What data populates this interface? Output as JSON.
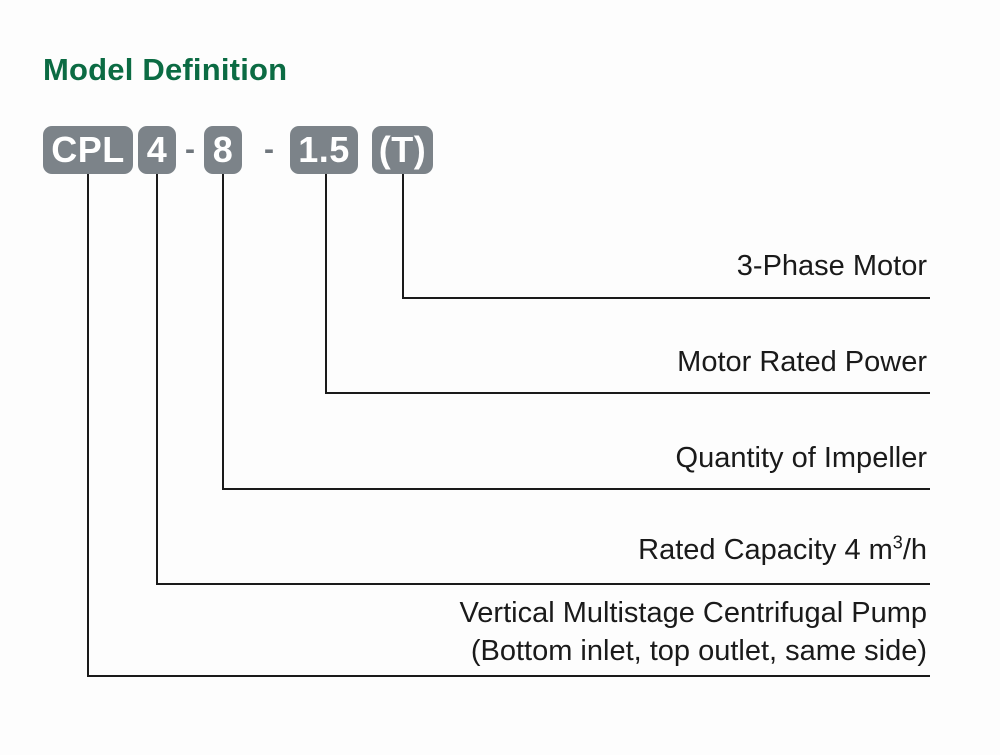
{
  "title": "Model Definition",
  "colors": {
    "title_green": "#0b6b43",
    "badge_gray": "#7c8389",
    "line_black": "#1a1a1a",
    "background": "#fdfdfd",
    "badge_text": "#ffffff"
  },
  "model_code": {
    "segments": [
      {
        "id": "series",
        "text": "CPL"
      },
      {
        "id": "capacity",
        "text": "4"
      },
      {
        "id": "sep1",
        "text": "-"
      },
      {
        "id": "stages",
        "text": "8"
      },
      {
        "id": "sep2",
        "text": "-"
      },
      {
        "id": "power",
        "text": "1.5"
      },
      {
        "id": "phase",
        "text": "(T)"
      }
    ]
  },
  "callouts": [
    {
      "id": "phase",
      "label": "3-Phase Motor"
    },
    {
      "id": "power",
      "label": "Motor Rated Power"
    },
    {
      "id": "stages",
      "label": "Quantity of Impeller"
    },
    {
      "id": "capacity",
      "label_pre": "Rated Capacity  4 m",
      "sup": "3",
      "label_post": "/h"
    },
    {
      "id": "series",
      "line1": "Vertical Multistage Centrifugal Pump",
      "line2": "(Bottom inlet, top outlet, same side)"
    }
  ]
}
